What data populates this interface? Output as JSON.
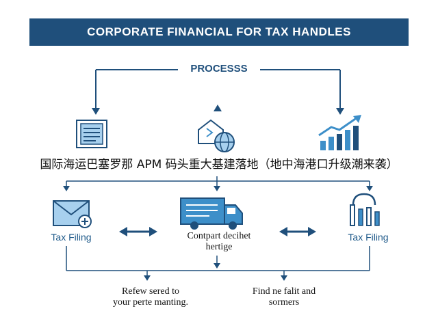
{
  "banner": {
    "title": "CORPORATE FINANCIAL FOR TAX HANDLES"
  },
  "process": {
    "label": "PROCESSS"
  },
  "overlay": {
    "caption": "国际海运巴塞罗那 APM 码头重大基建落地（地中海港口升级潮来袭）"
  },
  "nodes": {
    "tax_filing_left": "Tax Filing",
    "center_line1": "Contpart decihet",
    "center_line2": "hertige",
    "tax_filing_right": "Tax Filing"
  },
  "bottom": {
    "left_line1": "Refew sered to",
    "left_line2": "your perte manting.",
    "right_line1": "Find ne falit and",
    "right_line2": "sormers"
  },
  "icons": [
    "document-icon",
    "house-globe-icon",
    "growth-chart-icon",
    "envelope-plus-icon",
    "truck-icon",
    "headset-bars-icon"
  ],
  "colors": {
    "primary": "#1f4f7b",
    "accent": "#3d8fc9",
    "light": "#a7d0ee"
  }
}
